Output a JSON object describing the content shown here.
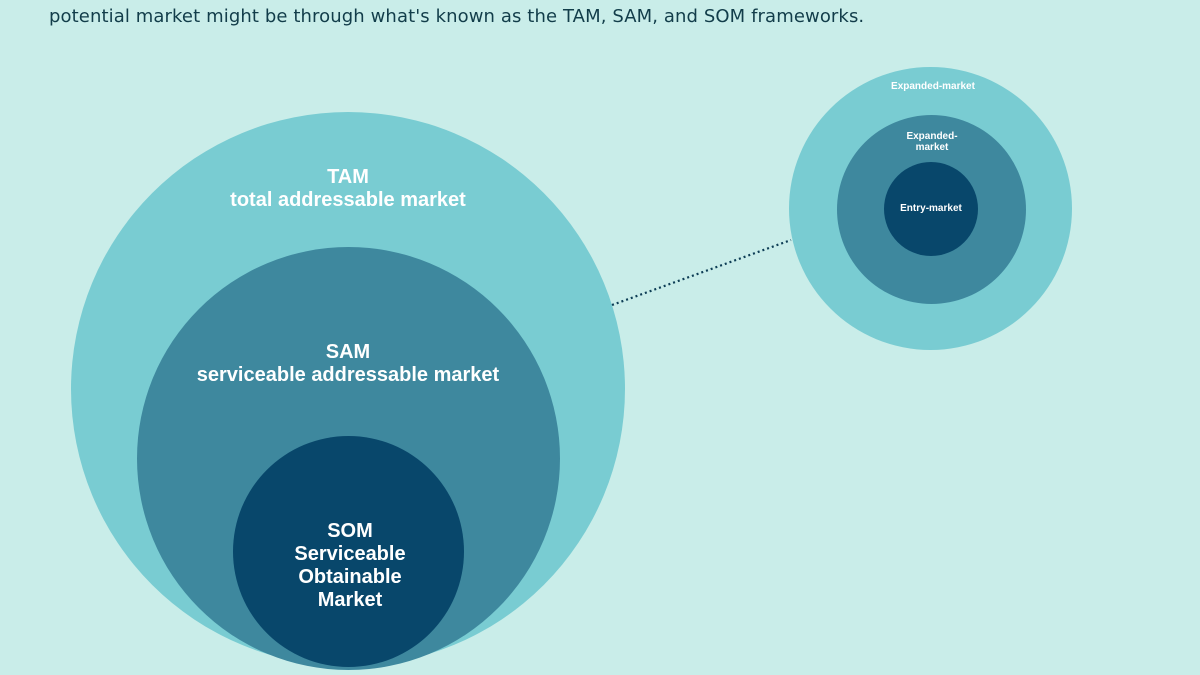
{
  "intro": {
    "text": "potential market might be through what's known as the TAM, SAM, and SOM frameworks."
  },
  "main_diagram": {
    "tam": {
      "line1": "TAM",
      "line2": "total addressable market"
    },
    "sam": {
      "line1": "SAM",
      "line2": "serviceable addressable market"
    },
    "som": {
      "line1": "SOM",
      "line2": "Serviceable",
      "line3": "Obtainable",
      "line4": "Market"
    }
  },
  "detail_diagram": {
    "outer": {
      "label": "Expanded-market"
    },
    "middle": {
      "line1": "Expanded-",
      "line2": "market"
    },
    "inner": {
      "label": "Entry-market"
    }
  },
  "colors": {
    "background": "#c9ede9",
    "outer_ring": "#79ccd2",
    "middle_ring": "#3e889e",
    "inner_ring": "#08476b",
    "text_dark": "#123d4a",
    "text_light": "#ffffff"
  }
}
